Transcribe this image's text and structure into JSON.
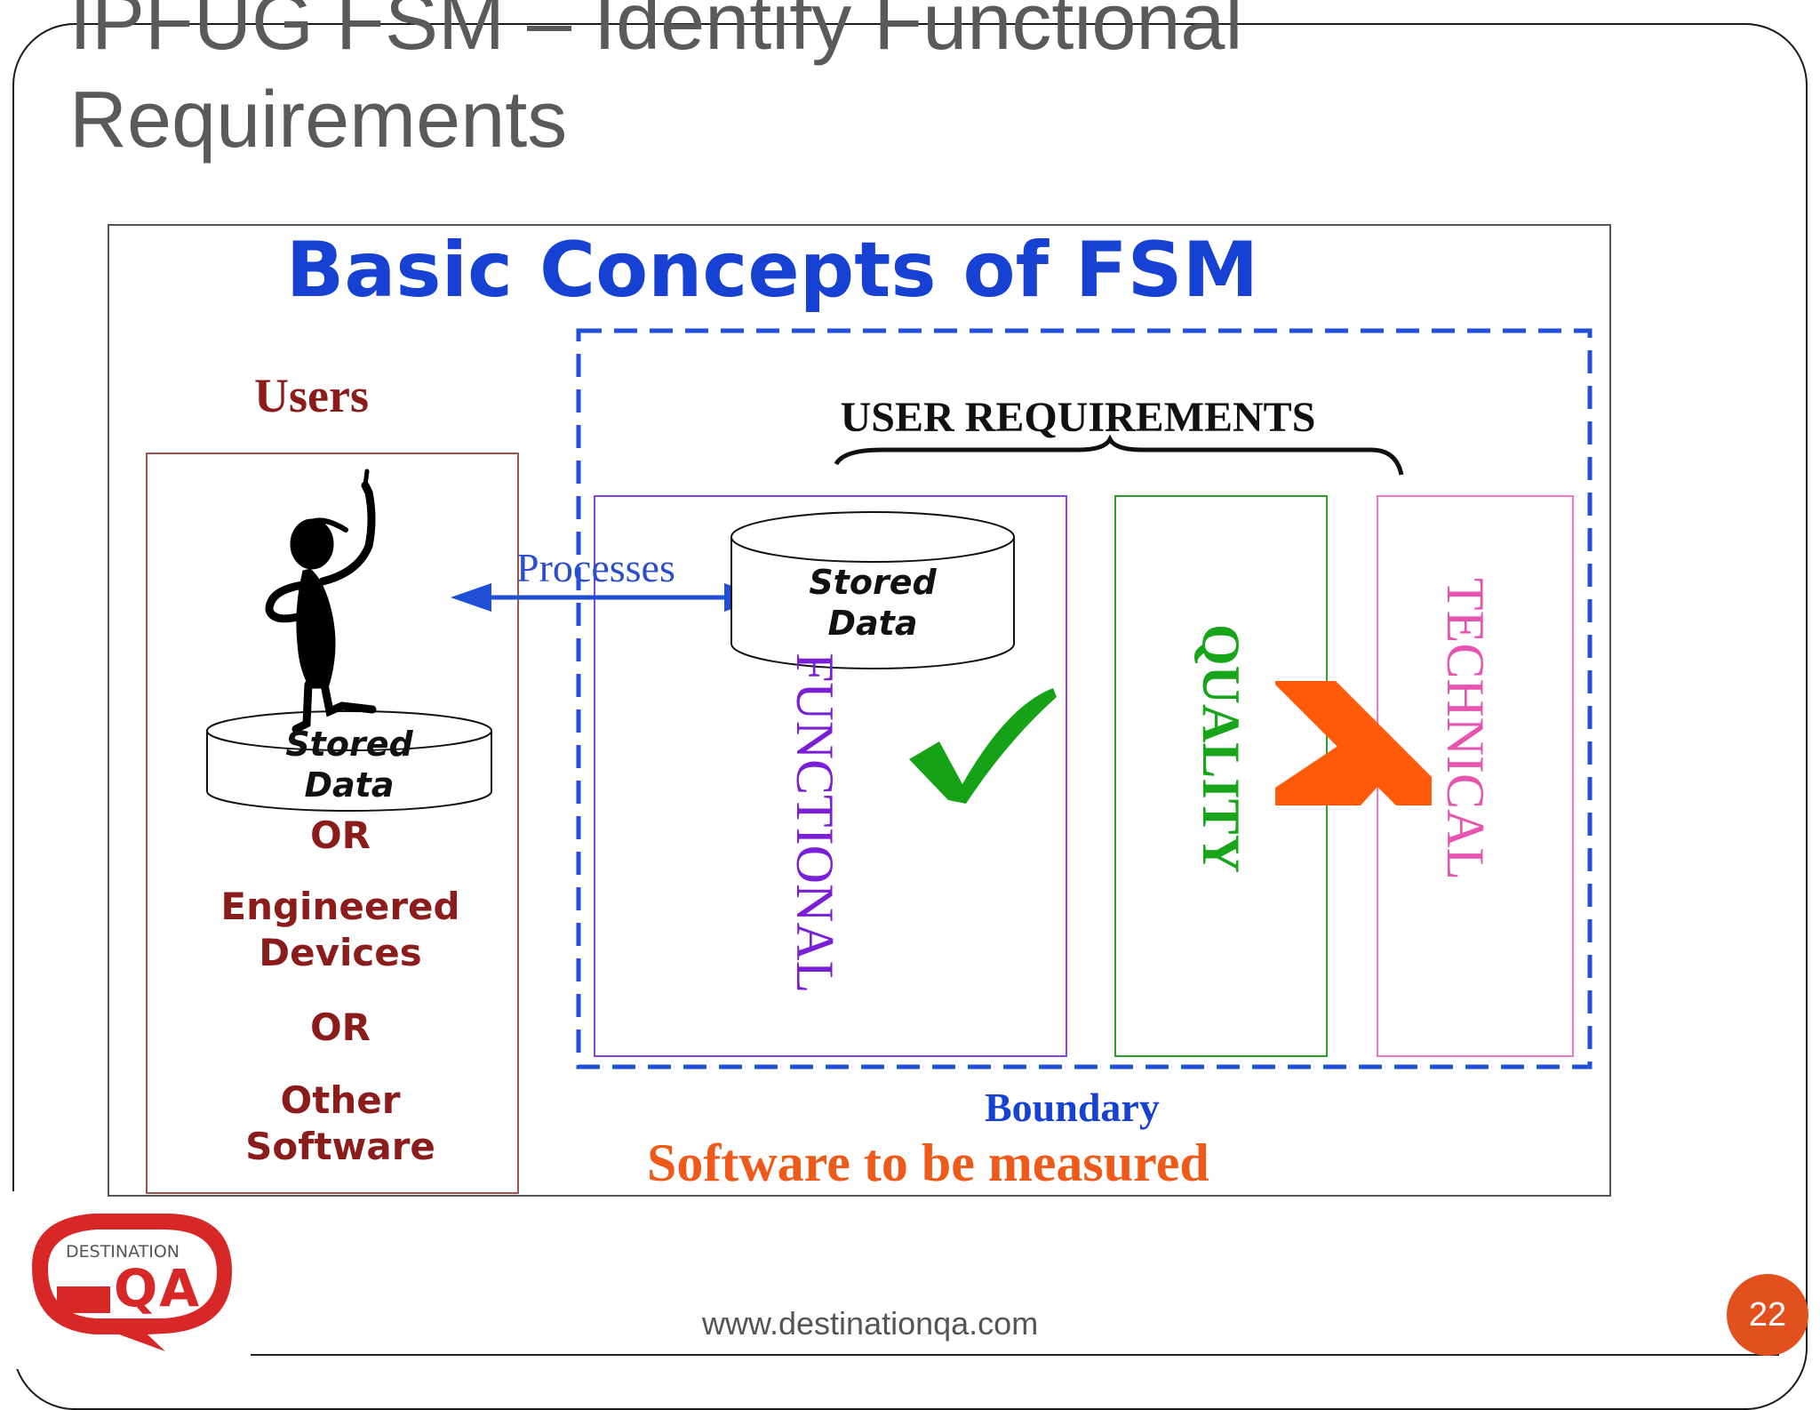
{
  "slide": {
    "title": "IPFUG FSM – Identify Functional Requirements",
    "footer_url": "www.destinationqa.com",
    "page_number": "22",
    "logo": {
      "top_text": "DESTINATION",
      "main_text": "QA"
    }
  },
  "diagram": {
    "heading": "Basic Concepts of FSM",
    "users_label": "Users",
    "user_requirements": "USER REQUIREMENTS",
    "processes_label": "Processes",
    "stored_data_right": [
      "Stored",
      "Data"
    ],
    "stored_data_left": [
      "Stored",
      "Data"
    ],
    "or_1": "OR",
    "engineered_devices": [
      "Engineered",
      "Devices"
    ],
    "or_2": "OR",
    "other_software": [
      "Other",
      "Software"
    ],
    "functional": "FUNCTIONAL",
    "quality": "QUALITY",
    "technical": "TECHNICAL",
    "boundary": "Boundary",
    "software_measured": "Software to be measured",
    "colors": {
      "heading": "#1641d3",
      "maroon": "#8b1c1c",
      "functional": "#7a1fd6",
      "quality": "#18a51a",
      "technical": "#e654b0",
      "check": "#17a117",
      "cross": "#ff5a0a",
      "measured": "#ee5a1a"
    },
    "icons": [
      "stick-figure-icon",
      "checkmark-icon",
      "cross-icon",
      "database-icon"
    ]
  }
}
